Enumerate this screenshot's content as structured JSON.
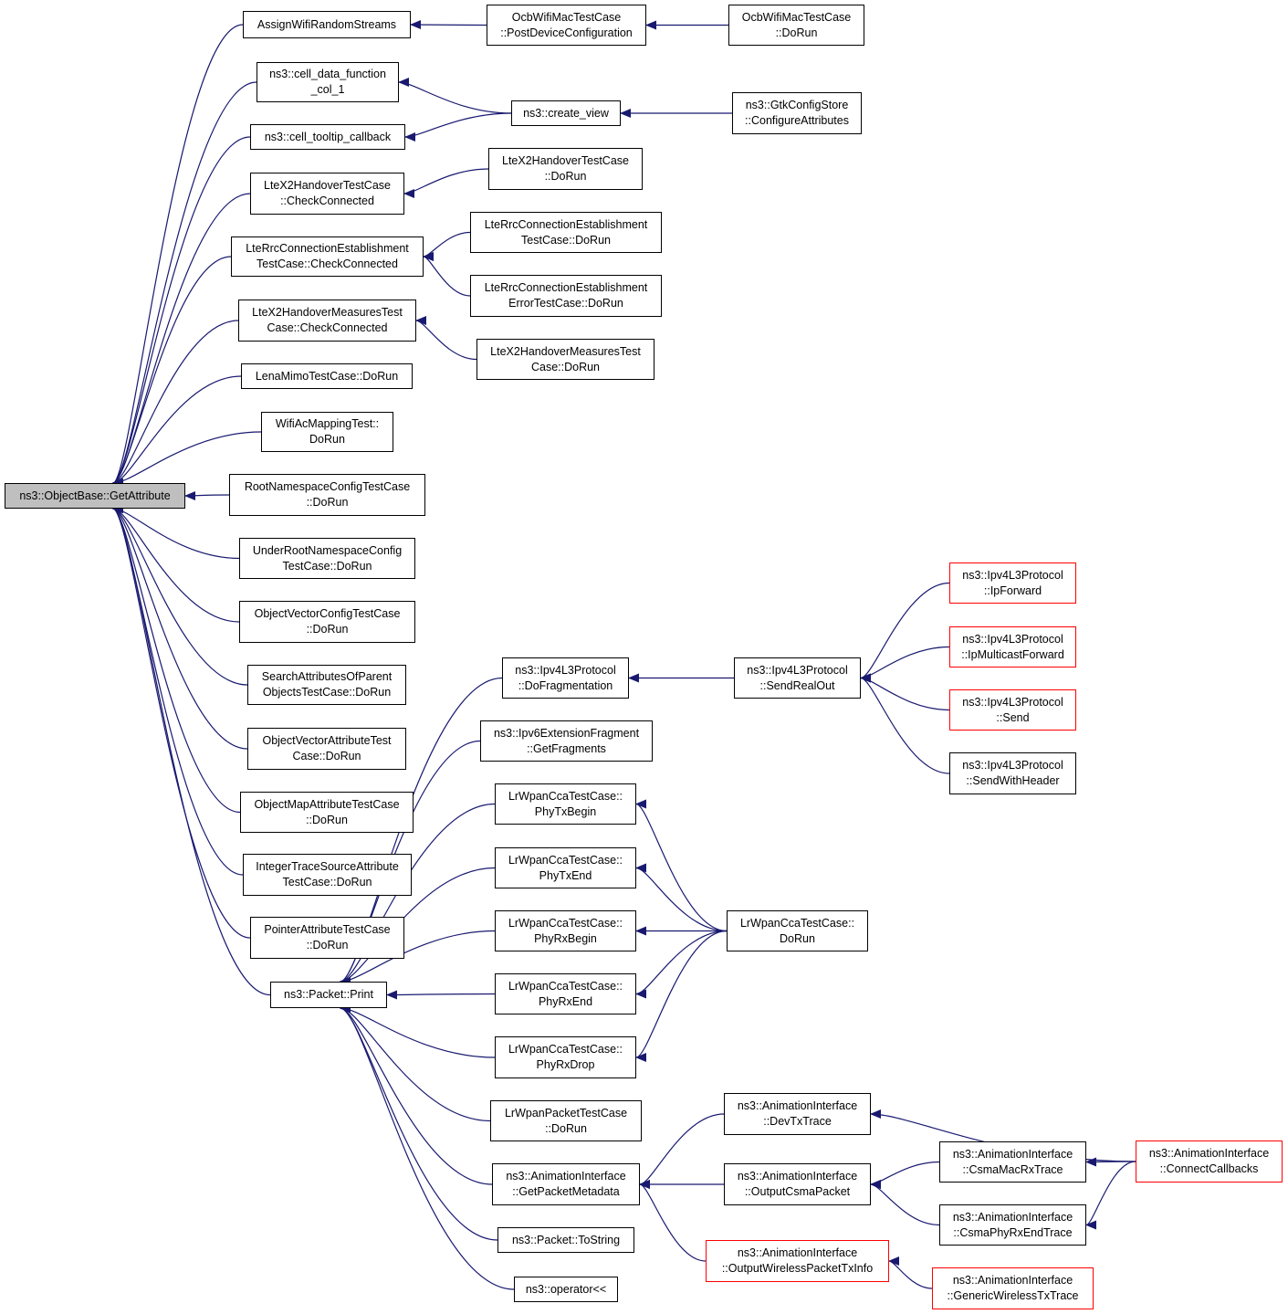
{
  "colors": {
    "edge": "#191970",
    "node_border": "#000000",
    "node_truncated_border": "#ff0000",
    "focus_fill": "#bfbfbf",
    "background": "#ffffff"
  },
  "nodes": [
    {
      "id": "getattr",
      "lines": [
        "ns3::ObjectBase::GetAttribute"
      ],
      "style": "focus"
    },
    {
      "id": "assignwifi",
      "lines": [
        "AssignWifiRandomStreams"
      ]
    },
    {
      "id": "cell_data",
      "lines": [
        "ns3::cell_data_function",
        "_col_1"
      ]
    },
    {
      "id": "cell_tooltip",
      "lines": [
        "ns3::cell_tooltip_callback"
      ]
    },
    {
      "id": "ltex2_check",
      "lines": [
        "LteX2HandoverTestCase",
        "::CheckConnected"
      ]
    },
    {
      "id": "lterrc_check",
      "lines": [
        "LteRrcConnectionEstablishment",
        "TestCase::CheckConnected"
      ]
    },
    {
      "id": "ltex2m_check",
      "lines": [
        "LteX2HandoverMeasuresTest",
        "Case::CheckConnected"
      ]
    },
    {
      "id": "lenamimo",
      "lines": [
        "LenaMimoTestCase::DoRun"
      ]
    },
    {
      "id": "wifiac",
      "lines": [
        "WifiAcMappingTest::",
        "DoRun"
      ]
    },
    {
      "id": "rootns",
      "lines": [
        "RootNamespaceConfigTestCase",
        "::DoRun"
      ]
    },
    {
      "id": "underroot",
      "lines": [
        "UnderRootNamespaceConfig",
        "TestCase::DoRun"
      ]
    },
    {
      "id": "objvecconfig",
      "lines": [
        "ObjectVectorConfigTestCase",
        "::DoRun"
      ]
    },
    {
      "id": "searchattr",
      "lines": [
        "SearchAttributesOfParent",
        "ObjectsTestCase::DoRun"
      ]
    },
    {
      "id": "objvecattr",
      "lines": [
        "ObjectVectorAttributeTest",
        "Case::DoRun"
      ]
    },
    {
      "id": "objmapattr",
      "lines": [
        "ObjectMapAttributeTestCase",
        "::DoRun"
      ]
    },
    {
      "id": "inttrace",
      "lines": [
        "IntegerTraceSourceAttribute",
        "TestCase::DoRun"
      ]
    },
    {
      "id": "pointerattr",
      "lines": [
        "PointerAttributeTestCase",
        "::DoRun"
      ]
    },
    {
      "id": "packetprint",
      "lines": [
        "ns3::Packet::Print"
      ]
    },
    {
      "id": "ocb_post",
      "lines": [
        "OcbWifiMacTestCase",
        "::PostDeviceConfiguration"
      ]
    },
    {
      "id": "ocb_dorun",
      "lines": [
        "OcbWifiMacTestCase",
        "::DoRun"
      ]
    },
    {
      "id": "create_view",
      "lines": [
        "ns3::create_view"
      ]
    },
    {
      "id": "gtk",
      "lines": [
        "ns3::GtkConfigStore",
        "::ConfigureAttributes"
      ]
    },
    {
      "id": "ltex2_dorun",
      "lines": [
        "LteX2HandoverTestCase",
        "::DoRun"
      ]
    },
    {
      "id": "lterrc_dorun",
      "lines": [
        "LteRrcConnectionEstablishment",
        "TestCase::DoRun"
      ]
    },
    {
      "id": "lterrc_err",
      "lines": [
        "LteRrcConnectionEstablishment",
        "ErrorTestCase::DoRun"
      ]
    },
    {
      "id": "ltex2m_dorun",
      "lines": [
        "LteX2HandoverMeasuresTest",
        "Case::DoRun"
      ]
    },
    {
      "id": "ipv4_dofrag",
      "lines": [
        "ns3::Ipv4L3Protocol",
        "::DoFragmentation"
      ]
    },
    {
      "id": "ipv6_getfrag",
      "lines": [
        "ns3::Ipv6ExtensionFragment",
        "::GetFragments"
      ]
    },
    {
      "id": "cca_txbegin",
      "lines": [
        "LrWpanCcaTestCase::",
        "PhyTxBegin"
      ]
    },
    {
      "id": "cca_txend",
      "lines": [
        "LrWpanCcaTestCase::",
        "PhyTxEnd"
      ]
    },
    {
      "id": "cca_rxbegin",
      "lines": [
        "LrWpanCcaTestCase::",
        "PhyRxBegin"
      ]
    },
    {
      "id": "cca_rxend",
      "lines": [
        "LrWpanCcaTestCase::",
        "PhyRxEnd"
      ]
    },
    {
      "id": "cca_rxdrop",
      "lines": [
        "LrWpanCcaTestCase::",
        "PhyRxDrop"
      ]
    },
    {
      "id": "lrwpan_packet",
      "lines": [
        "LrWpanPacketTestCase",
        "::DoRun"
      ]
    },
    {
      "id": "anim_getmeta",
      "lines": [
        "ns3::AnimationInterface",
        "::GetPacketMetadata"
      ]
    },
    {
      "id": "packet_tostring",
      "lines": [
        "ns3::Packet::ToString"
      ]
    },
    {
      "id": "operator_ll",
      "lines": [
        "ns3::operator<<"
      ]
    },
    {
      "id": "ipv4_sendrealout",
      "lines": [
        "ns3::Ipv4L3Protocol",
        "::SendRealOut"
      ]
    },
    {
      "id": "ipv4_ipforward",
      "lines": [
        "ns3::Ipv4L3Protocol",
        "::IpForward"
      ],
      "style": "red"
    },
    {
      "id": "ipv4_ipmulticast",
      "lines": [
        "ns3::Ipv4L3Protocol",
        "::IpMulticastForward"
      ],
      "style": "red"
    },
    {
      "id": "ipv4_send",
      "lines": [
        "ns3::Ipv4L3Protocol",
        "::Send"
      ],
      "style": "red"
    },
    {
      "id": "ipv4_sendwithheader",
      "lines": [
        "ns3::Ipv4L3Protocol",
        "::SendWithHeader"
      ]
    },
    {
      "id": "cca_dorun",
      "lines": [
        "LrWpanCcaTestCase::",
        "DoRun"
      ]
    },
    {
      "id": "anim_devtx",
      "lines": [
        "ns3::AnimationInterface",
        "::DevTxTrace"
      ]
    },
    {
      "id": "anim_outcsma",
      "lines": [
        "ns3::AnimationInterface",
        "::OutputCsmaPacket"
      ]
    },
    {
      "id": "anim_outwireless",
      "lines": [
        "ns3::AnimationInterface",
        "::OutputWirelessPacketTxInfo"
      ],
      "style": "red"
    },
    {
      "id": "anim_csmamac",
      "lines": [
        "ns3::AnimationInterface",
        "::CsmaMacRxTrace"
      ]
    },
    {
      "id": "anim_csmaphy",
      "lines": [
        "ns3::AnimationInterface",
        "::CsmaPhyRxEndTrace"
      ]
    },
    {
      "id": "anim_genericwireless",
      "lines": [
        "ns3::AnimationInterface",
        "::GenericWirelessTxTrace"
      ],
      "style": "red"
    },
    {
      "id": "anim_connect",
      "lines": [
        "ns3::AnimationInterface",
        "::ConnectCallbacks"
      ],
      "style": "red"
    }
  ],
  "edges": [
    {
      "from": "assignwifi",
      "to": "getattr"
    },
    {
      "from": "cell_data",
      "to": "getattr"
    },
    {
      "from": "cell_tooltip",
      "to": "getattr"
    },
    {
      "from": "ltex2_check",
      "to": "getattr"
    },
    {
      "from": "lterrc_check",
      "to": "getattr"
    },
    {
      "from": "ltex2m_check",
      "to": "getattr"
    },
    {
      "from": "lenamimo",
      "to": "getattr"
    },
    {
      "from": "wifiac",
      "to": "getattr"
    },
    {
      "from": "rootns",
      "to": "getattr"
    },
    {
      "from": "underroot",
      "to": "getattr"
    },
    {
      "from": "objvecconfig",
      "to": "getattr"
    },
    {
      "from": "searchattr",
      "to": "getattr"
    },
    {
      "from": "objvecattr",
      "to": "getattr"
    },
    {
      "from": "objmapattr",
      "to": "getattr"
    },
    {
      "from": "inttrace",
      "to": "getattr"
    },
    {
      "from": "pointerattr",
      "to": "getattr"
    },
    {
      "from": "packetprint",
      "to": "getattr"
    },
    {
      "from": "ocb_post",
      "to": "assignwifi"
    },
    {
      "from": "ocb_dorun",
      "to": "ocb_post"
    },
    {
      "from": "create_view",
      "to": "cell_data"
    },
    {
      "from": "create_view",
      "to": "cell_tooltip"
    },
    {
      "from": "gtk",
      "to": "create_view"
    },
    {
      "from": "ltex2_dorun",
      "to": "ltex2_check"
    },
    {
      "from": "lterrc_dorun",
      "to": "lterrc_check"
    },
    {
      "from": "lterrc_err",
      "to": "lterrc_check"
    },
    {
      "from": "ltex2m_dorun",
      "to": "ltex2m_check"
    },
    {
      "from": "ipv4_dofrag",
      "to": "packetprint"
    },
    {
      "from": "ipv6_getfrag",
      "to": "packetprint"
    },
    {
      "from": "cca_txbegin",
      "to": "packetprint"
    },
    {
      "from": "cca_txend",
      "to": "packetprint"
    },
    {
      "from": "cca_rxbegin",
      "to": "packetprint"
    },
    {
      "from": "cca_rxend",
      "to": "packetprint"
    },
    {
      "from": "cca_rxdrop",
      "to": "packetprint"
    },
    {
      "from": "lrwpan_packet",
      "to": "packetprint"
    },
    {
      "from": "anim_getmeta",
      "to": "packetprint"
    },
    {
      "from": "packet_tostring",
      "to": "packetprint"
    },
    {
      "from": "operator_ll",
      "to": "packetprint"
    },
    {
      "from": "ipv4_sendrealout",
      "to": "ipv4_dofrag"
    },
    {
      "from": "ipv4_ipforward",
      "to": "ipv4_sendrealout"
    },
    {
      "from": "ipv4_ipmulticast",
      "to": "ipv4_sendrealout"
    },
    {
      "from": "ipv4_send",
      "to": "ipv4_sendrealout"
    },
    {
      "from": "ipv4_sendwithheader",
      "to": "ipv4_sendrealout"
    },
    {
      "from": "cca_dorun",
      "to": "cca_txbegin"
    },
    {
      "from": "cca_dorun",
      "to": "cca_txend"
    },
    {
      "from": "cca_dorun",
      "to": "cca_rxbegin"
    },
    {
      "from": "cca_dorun",
      "to": "cca_rxend"
    },
    {
      "from": "cca_dorun",
      "to": "cca_rxdrop"
    },
    {
      "from": "anim_devtx",
      "to": "anim_getmeta"
    },
    {
      "from": "anim_outcsma",
      "to": "anim_getmeta"
    },
    {
      "from": "anim_outwireless",
      "to": "anim_getmeta"
    },
    {
      "from": "anim_connect",
      "to": "anim_devtx"
    },
    {
      "from": "anim_csmamac",
      "to": "anim_outcsma"
    },
    {
      "from": "anim_csmaphy",
      "to": "anim_outcsma"
    },
    {
      "from": "anim_connect",
      "to": "anim_csmamac"
    },
    {
      "from": "anim_connect",
      "to": "anim_csmaphy"
    },
    {
      "from": "anim_genericwireless",
      "to": "anim_outwireless"
    }
  ]
}
